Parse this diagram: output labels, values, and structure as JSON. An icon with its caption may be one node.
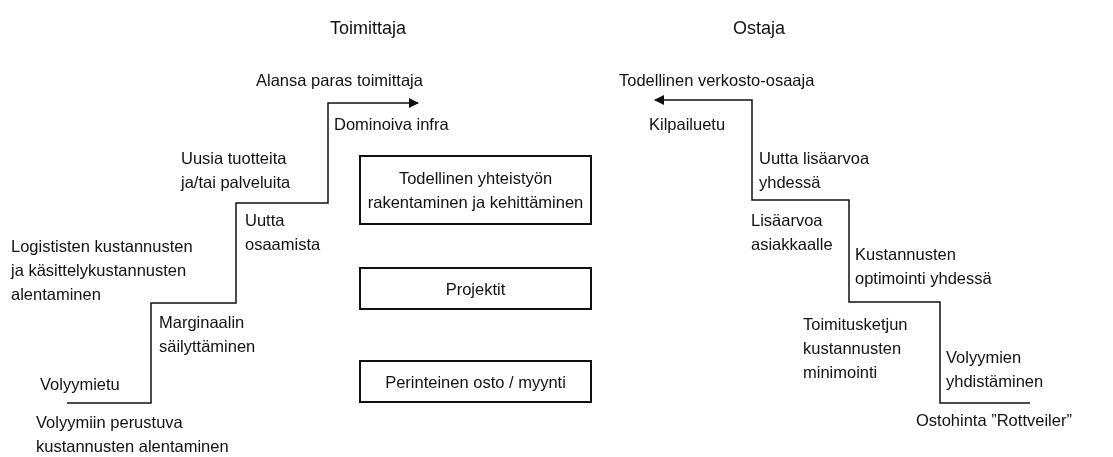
{
  "diagram": {
    "nodes": [
      {
        "text": [
          "Todellinen yhteistyön rakentaminen ja kehittäminen"
        ]
      },
      {
        "text": [
          "Projektit"
        ]
      },
      {
        "text": [
          "Perinteinen osto / myynti"
        ]
      }
    ],
    "edges": [],
    "labels": [
      "Toimittaja",
      "Ostaja",
      "Alansa paras toimittaja",
      "Todellinen verkosto-osaaja",
      "Dominoiva infra",
      "Kilpailuetu",
      "Uusia tuotteita ja/tai palveluita",
      "Uutta lisäarvoa yhdessä",
      "Uutta osaamista",
      "Lisäarvoa asiakkaalle",
      "Logististen kustannusten ja käsittelykustannusten alentaminen",
      "Kustannusten optimointi yhdessä",
      "Marginaalin säilyttäminen",
      "Toimitusketjun kustannusten minimointi",
      "Volyymien yhdistäminen",
      "Volyymietu",
      "Ostohinta ”Rottveiler”",
      "Volyymiin perustuva kustannusten alentaminen"
    ]
  }
}
